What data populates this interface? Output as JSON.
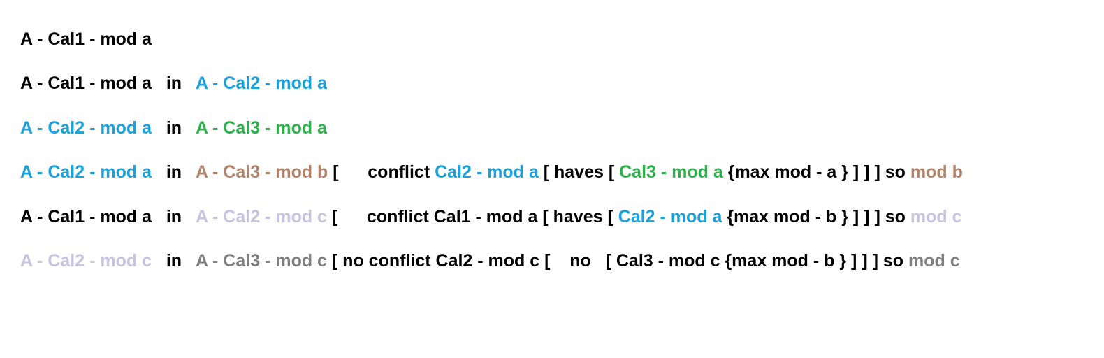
{
  "colors": {
    "black": "#000000",
    "blue": "#1ba1db",
    "green": "#2db14a",
    "brown": "#b3826a",
    "lavender": "#c7c3e1",
    "gray": "#7f7f7f"
  },
  "lines": [
    {
      "segments": [
        {
          "text": "A - Cal1 - mod a",
          "color": "black"
        }
      ]
    },
    {
      "segments": [
        {
          "text": "A - Cal1 - mod a",
          "color": "black"
        },
        {
          "text": "   in   ",
          "color": "black"
        },
        {
          "text": "A - Cal2 - mod a",
          "color": "blue"
        }
      ]
    },
    {
      "segments": [
        {
          "text": "A - Cal2 - mod a",
          "color": "blue"
        },
        {
          "text": "   in   ",
          "color": "black"
        },
        {
          "text": "A - Cal3 - mod a",
          "color": "green"
        }
      ]
    },
    {
      "segments": [
        {
          "text": "A - Cal2 - mod a",
          "color": "blue"
        },
        {
          "text": "   in   ",
          "color": "black"
        },
        {
          "text": "A - Cal3 - mod b",
          "color": "brown"
        },
        {
          "text": " [      conflict ",
          "color": "black"
        },
        {
          "text": "Cal2 - mod a",
          "color": "blue"
        },
        {
          "text": " [ haves [ ",
          "color": "black"
        },
        {
          "text": "Cal3 - mod a",
          "color": "green"
        },
        {
          "text": " {max mod - a } ] ] ] so ",
          "color": "black"
        },
        {
          "text": "mod b",
          "color": "brown"
        }
      ]
    },
    {
      "segments": [
        {
          "text": "A - Cal1 - mod a",
          "color": "black"
        },
        {
          "text": "   in   ",
          "color": "black"
        },
        {
          "text": "A - Cal2 - mod c",
          "color": "lavender"
        },
        {
          "text": " [      conflict Cal1 - mod a [ haves [ ",
          "color": "black"
        },
        {
          "text": "Cal2 - mod a",
          "color": "blue"
        },
        {
          "text": " {max mod - b } ] ] ] so ",
          "color": "black"
        },
        {
          "text": "mod c",
          "color": "lavender"
        }
      ]
    },
    {
      "segments": [
        {
          "text": "A - Cal2 - mod c",
          "color": "lavender"
        },
        {
          "text": "   in   ",
          "color": "black"
        },
        {
          "text": "A - Cal3 - mod c",
          "color": "gray"
        },
        {
          "text": " [ no conflict Cal2 - mod c [    no   [ Cal3 - mod c {max mod - b } ] ] ] so ",
          "color": "black"
        },
        {
          "text": "mod c",
          "color": "gray"
        }
      ]
    }
  ]
}
